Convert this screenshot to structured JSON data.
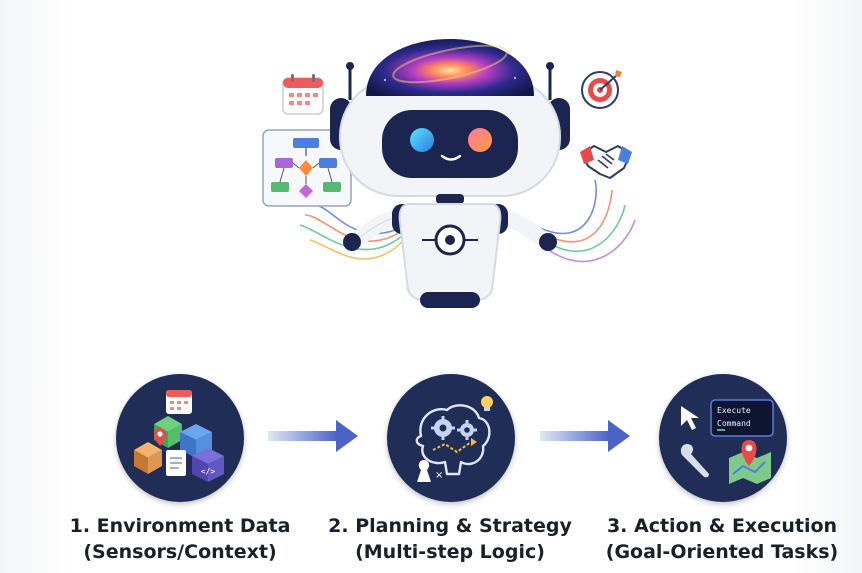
{
  "steps": [
    {
      "title": "1. Environment Data",
      "subtitle": "(Sensors/Context)"
    },
    {
      "title": "2. Planning & Strategy",
      "subtitle": "(Multi-step Logic)"
    },
    {
      "title": "3. Action & Execution",
      "subtitle": "(Goal-Oriented Tasks)"
    }
  ],
  "action_screen": {
    "line1": "Execute",
    "line2": "Command"
  },
  "colors": {
    "circle": "#1f2d57",
    "arrow": "#4b63c4",
    "caption": "#1b1f2a",
    "robot_body": "#f2f4f8",
    "robot_dark": "#1b2550",
    "eye_left": "#35c8e6",
    "eye_right": "#ff5d7a"
  },
  "icons": {
    "robot": "robot-mascot-icon",
    "calendar": "calendar-icon",
    "flowchart": "flowchart-icon",
    "target": "target-icon",
    "handshake": "handshake-icon",
    "environment": "environment-data-icon",
    "planning": "brain-gears-icon",
    "action": "action-execution-icon"
  }
}
